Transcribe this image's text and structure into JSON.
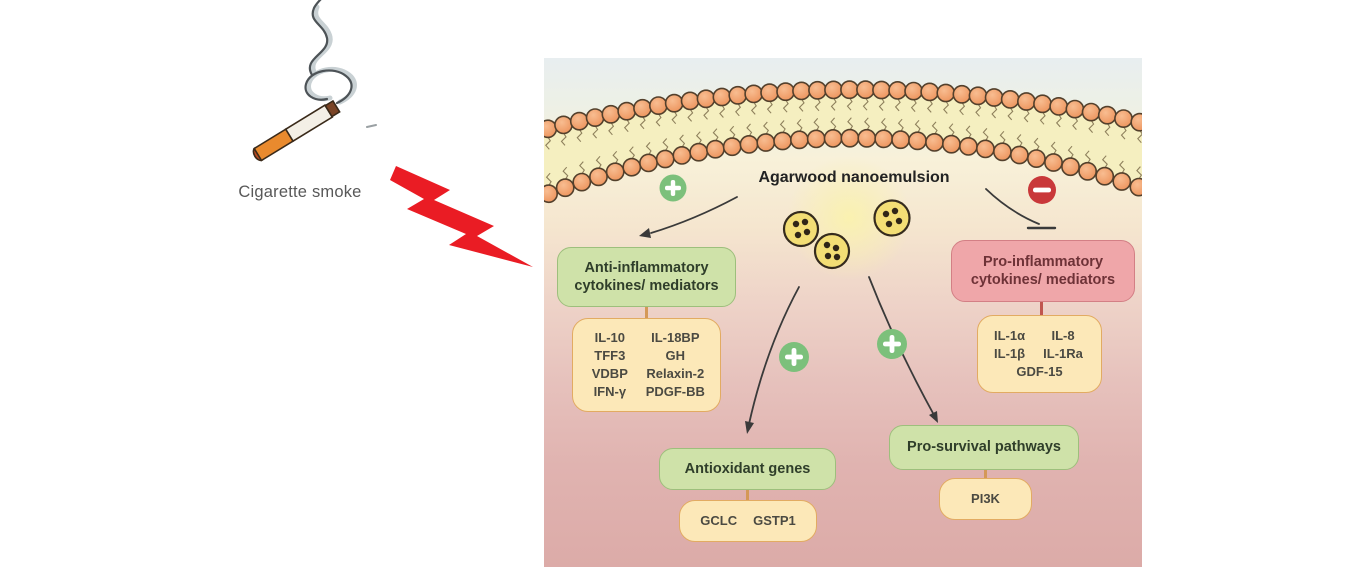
{
  "left": {
    "label": "Cigarette smoke",
    "icons": {
      "cigarette": "lit-cigarette-with-smoke",
      "lightning": "red-lightning-bolt"
    }
  },
  "panel": {
    "title": "Agarwood nanoemulsion",
    "anti_box": {
      "line1": "Anti-inflammatory",
      "line2": "cytokines/ mediators",
      "items_col1": [
        "IL-10",
        "TFF3",
        "VDBP",
        "IFN-γ"
      ],
      "items_col2": [
        "IL-18BP",
        "GH",
        "Relaxin-2",
        "PDGF-BB"
      ]
    },
    "pro_box": {
      "line1": "Pro-inflammatory",
      "line2": "cytokines/ mediators",
      "items_col1": [
        "IL-1α",
        "IL-1β"
      ],
      "items_col2": [
        "IL-8",
        "IL-1Ra"
      ],
      "item_bottom": "GDF-15"
    },
    "antioxidant_box": {
      "title": "Antioxidant genes",
      "items": [
        "GCLC",
        "GSTP1"
      ]
    },
    "prosurvival_box": {
      "title": "Pro-survival pathways",
      "items": [
        "PI3K"
      ]
    },
    "icons": {
      "plus_badge": "+",
      "minus_badge": "−",
      "nanoparticle": "nanoemulsion-droplet",
      "membrane": "lipid-bilayer-arc"
    }
  },
  "colors": {
    "green_box_fill": "#cfe2a9",
    "green_box_border": "#9dbf7c",
    "green_box_text": "#2f3e2a",
    "pink_box_fill": "#efa6a9",
    "pink_box_border": "#d37f85",
    "pink_box_text": "#6e3237",
    "yellow_box_fill": "#fce8b8",
    "yellow_box_border": "#e2ab62",
    "yellow_box_text": "#4b4a42",
    "plus_badge": "#7cc07b",
    "minus_badge": "#c9383a",
    "membrane_head": "#ef9a67",
    "membrane_head_stroke": "#53402c",
    "membrane_tails": "#f5efc0",
    "particle_fill": "#f3de75",
    "particle_stroke": "#352b1d",
    "bolt_red": "#ea1c24",
    "arrow": "#3a3a3a",
    "smoke_dark": "#4d5357",
    "smoke_light": "#bcc5c9",
    "label_text": "#585858",
    "title_text": "#222222",
    "connector_orange": "#d49857",
    "connector_red": "#c0564f"
  }
}
